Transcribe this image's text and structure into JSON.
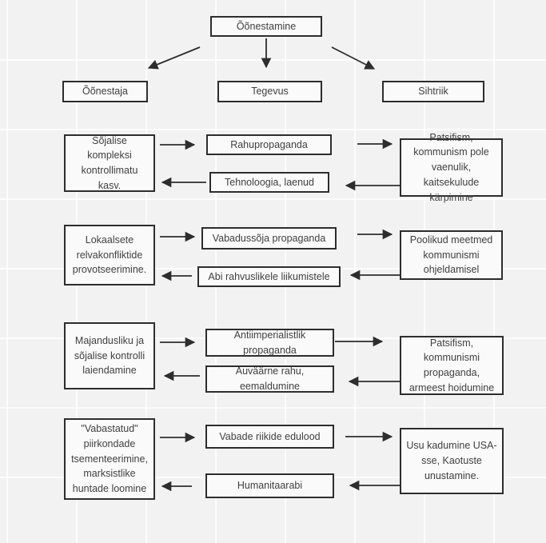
{
  "page": {
    "background": "#f2f2f2",
    "stroke_color": "#2d2d2d",
    "node_fill": "#fafafa"
  },
  "diagram": {
    "root": {
      "label": "Õõnestamine"
    },
    "headers": [
      {
        "label": "Õõnestaja"
      },
      {
        "label": "Tegevus"
      },
      {
        "label": "Sihtriik"
      }
    ],
    "rows": [
      {
        "subverter": "Sõjalise kompleksi kontrollimatu kasv.",
        "activity_out": "Rahupropaganda",
        "activity_in": "Tehnoloogia, laenud",
        "target": "Patsifism, kommunism pole vaenulik, kaitsekulude kärpimine"
      },
      {
        "subverter": "Lokaalsete relvakonfliktide provotseerimine.",
        "activity_out": "Vabadussõja propaganda",
        "activity_in": "Abi rahvuslikele liikumistele",
        "target": "Poolikud meetmed kommunismi ohjeldamisel"
      },
      {
        "subverter": "Majandusliku ja sõjalise kontrolli laiendamine",
        "activity_out": "Antiimperialistlik propaganda",
        "activity_in": "Auväärne rahu, eemaldumine",
        "target": "Patsifism, kommunismi propaganda, armeest hoidumine"
      },
      {
        "subverter": "\"Vabastatud\" piirkondade tsementeerimine, marksistlike huntade loomine",
        "activity_out": "Vabade riikide edulood",
        "activity_in": "Humanitaarabi",
        "target": "Usu kadumine USA-sse, Kaotuste unustamine."
      }
    ]
  }
}
